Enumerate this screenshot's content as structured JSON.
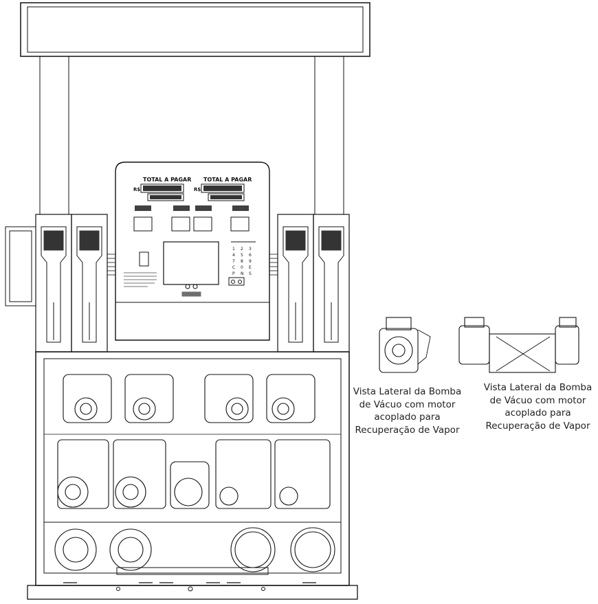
{
  "display": {
    "left_title": "TOTAL A PAGAR",
    "right_title": "TOTAL A PAGAR",
    "left_currency": "R$",
    "right_currency": "R$"
  },
  "captions": {
    "left": [
      "Vista Lateral da Bomba",
      "de Vácuo  com motor",
      "acoplado para",
      "Recuperação  de Vapor"
    ],
    "right": [
      "Vista Lateral da Bomba",
      "de Vácuo  com motor",
      "acoplado para",
      "Recuperação  de Vapor"
    ]
  }
}
